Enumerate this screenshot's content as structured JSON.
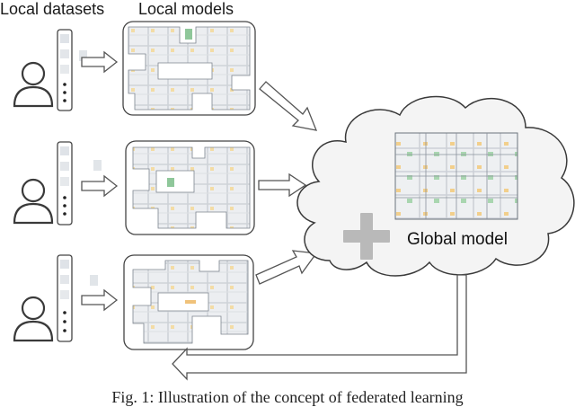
{
  "headings": {
    "local_datasets": "Local datasets",
    "local_models": "Local models"
  },
  "server": {
    "label": "Global model"
  },
  "caption": "Fig. 1: Illustration of the concept of federated learning",
  "clients": [
    {
      "icon": "user-icon"
    },
    {
      "icon": "user-icon"
    },
    {
      "icon": "user-icon"
    }
  ],
  "colors": {
    "stroke": "#3a3a3a",
    "cloud_fill": "#f4f4f4",
    "plus": "#b9b9b9",
    "map_tile": "#e9ebee",
    "map_road": "#c9cdd3",
    "map_green": "#8fc79a",
    "map_orange": "#f0c27a"
  }
}
